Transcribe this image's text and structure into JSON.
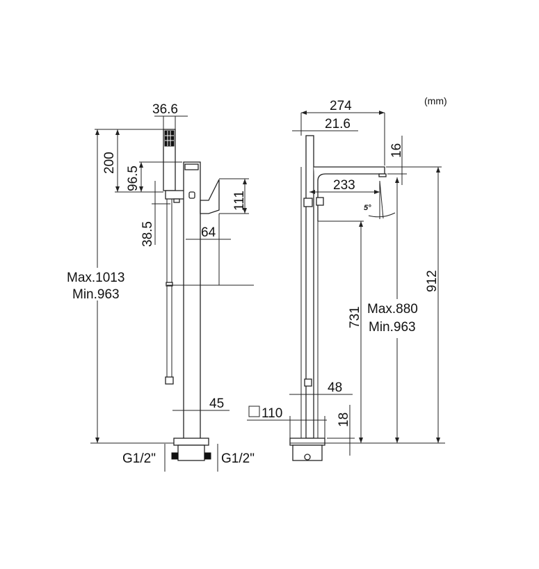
{
  "unit_label": "(mm)",
  "side_view": {
    "dim_handshower_width": "36.6",
    "dim_handshower_length": "200",
    "dim_holder_to_top": "96.5",
    "dim_holder_offset": "38.5",
    "dim_handle_height": "111",
    "dim_handle_depth": "64",
    "dim_total_height_max": "Max.1013",
    "dim_total_height_min": "Min.963",
    "dim_pipe_width": "45",
    "inlet_left": "G1/2\"",
    "inlet_right": "G1/2\""
  },
  "front_view": {
    "dim_spout_reach": "274",
    "dim_pipe_diameter": "21.6",
    "dim_spout_thickness": "16",
    "dim_spout_inner": "233",
    "spout_angle": "5°",
    "dim_outlet_height": "731",
    "dim_spout_height_max": "Max.880",
    "dim_spout_height_min": "Min.963",
    "dim_total_height": "912",
    "dim_pipe_width": "48",
    "dim_base_square": "110",
    "dim_base_height": "18"
  }
}
